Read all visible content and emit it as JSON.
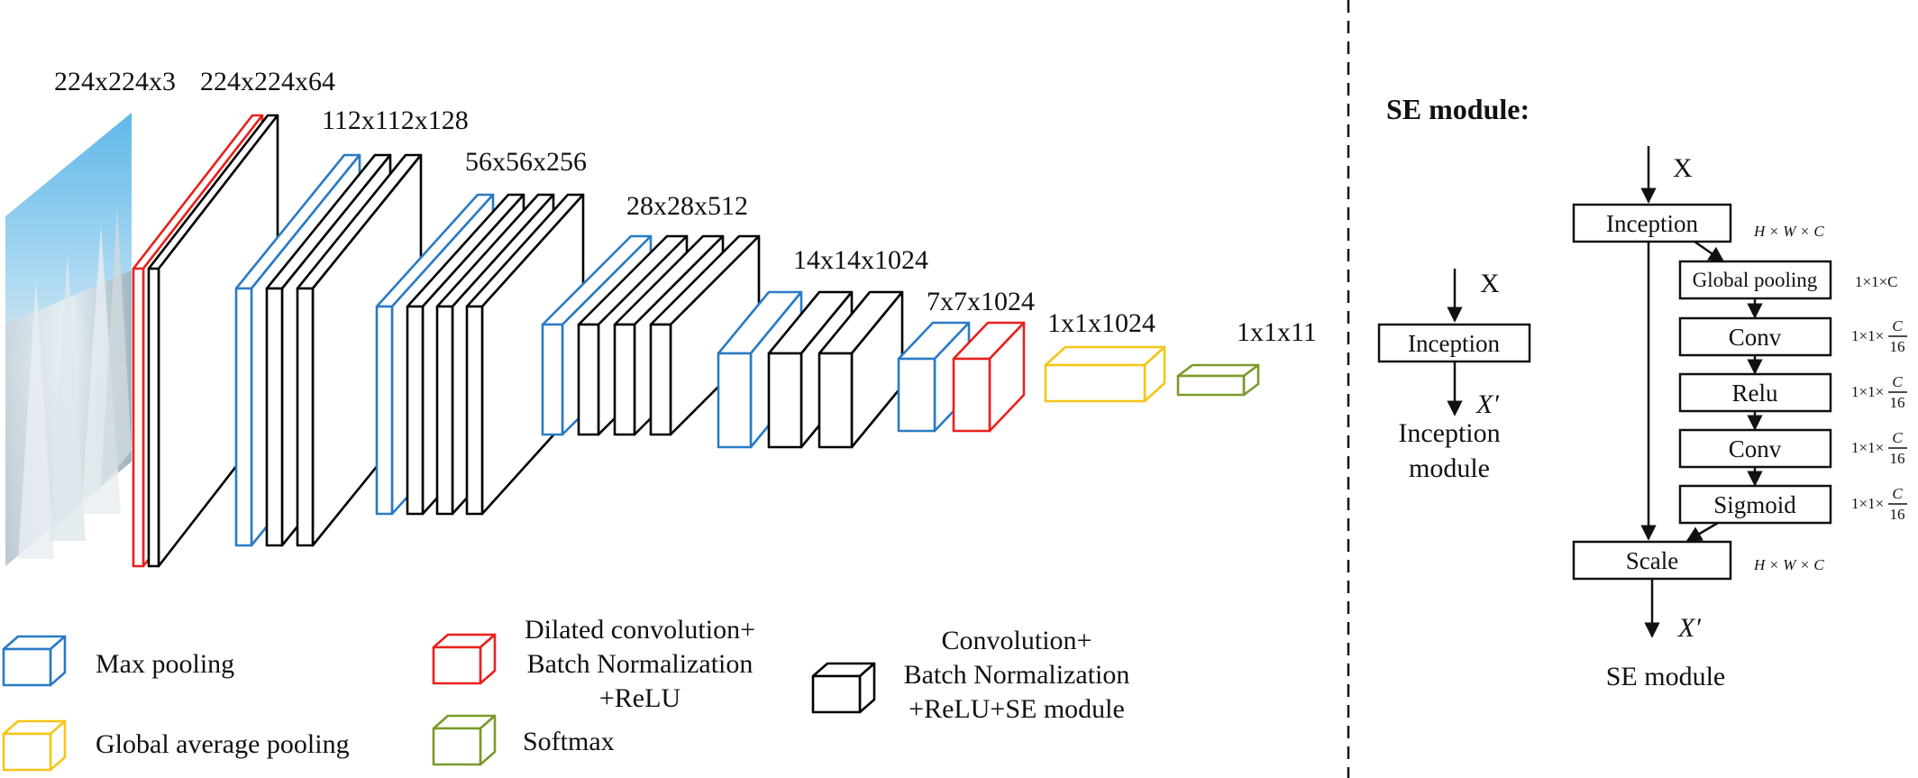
{
  "layers": {
    "input_dim": "224x224x3",
    "d1": "224x224x64",
    "d2": "112x112x128",
    "d3": "56x56x256",
    "d4": "28x28x512",
    "d5": "14x14x1024",
    "d6": "7x7x1024",
    "d7": "1x1x1024",
    "d8": "1x1x11"
  },
  "legend": {
    "max_pooling": "Max pooling",
    "global_avg_pooling": "Global average pooling",
    "dilated_line1": "Dilated convolution+",
    "dilated_line2": "Batch Normalization",
    "dilated_line3": "+ReLU",
    "softmax": "Softmax",
    "conv_line1": "Convolution+",
    "conv_line2": "Batch Normalization",
    "conv_line3": "+ReLU+SE module"
  },
  "colors": {
    "max_pooling": "#2a7bc4",
    "dilated_conv": "#e8211d",
    "global_avg_pooling": "#f5c518",
    "softmax": "#7a9a2a",
    "conv": "#000000"
  },
  "inception_module": {
    "input": "X",
    "block": "Inception",
    "output": "X′",
    "caption_line1": "Inception",
    "caption_line2": "module"
  },
  "se_module": {
    "heading": "SE module:",
    "input": "X",
    "inception": "Inception",
    "inception_note": "H × W × C",
    "global_pooling": "Global pooling",
    "global_pooling_note": "1×1×C",
    "conv1": "Conv",
    "relu": "Relu",
    "conv2": "Conv",
    "sigmoid": "Sigmoid",
    "frac_note_prefix": "1×1×",
    "frac_num": "C",
    "frac_den": "16",
    "scale": "Scale",
    "scale_note": "H × W × C",
    "output": "X′",
    "caption": "SE module"
  }
}
